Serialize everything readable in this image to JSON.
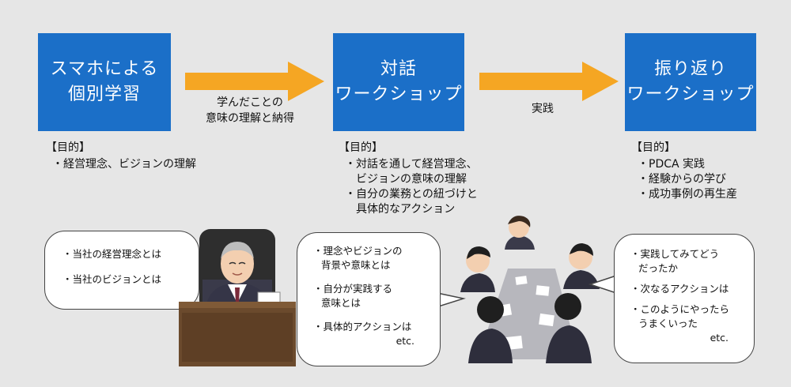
{
  "steps": [
    {
      "line1": "スマホによる",
      "line2": "個別学習"
    },
    {
      "line1": "対話",
      "line2": "ワークショップ"
    },
    {
      "line1": "振り返り",
      "line2": "ワークショップ"
    }
  ],
  "arrows": [
    {
      "label_line1": "学んだことの",
      "label_line2": "意味の理解と納得"
    },
    {
      "label": "実践"
    }
  ],
  "goals": [
    {
      "heading": "【目的】",
      "items": [
        "・経営理念、ビジョンの理解"
      ]
    },
    {
      "heading": "【目的】",
      "items": [
        "・対話を通して経営理念、\nビジョンの意味の理解",
        "・自分の業務との紐づけと\n具体的なアクション"
      ]
    },
    {
      "heading": "【目的】",
      "items": [
        "・PDCA 実践",
        "・経験からの学び",
        "・成功事例の再生産"
      ]
    }
  ],
  "bubbles": [
    {
      "items": [
        "・当社の経営理念とは",
        "・当社のビジョンとは"
      ]
    },
    {
      "items": [
        "・理念やビジョンの\n背景や意味とは",
        "・自分が実践する\n意味とは",
        "・具体的アクションは"
      ],
      "etc": "etc."
    },
    {
      "items": [
        "・実践してみてどう\nだったか",
        "・次なるアクションは",
        "・このようにやったら\nうまくいった"
      ],
      "etc": "etc."
    }
  ],
  "colors": {
    "step_box": "#1b6fc8",
    "arrow": "#f5a623",
    "background": "#e6e6e6"
  }
}
